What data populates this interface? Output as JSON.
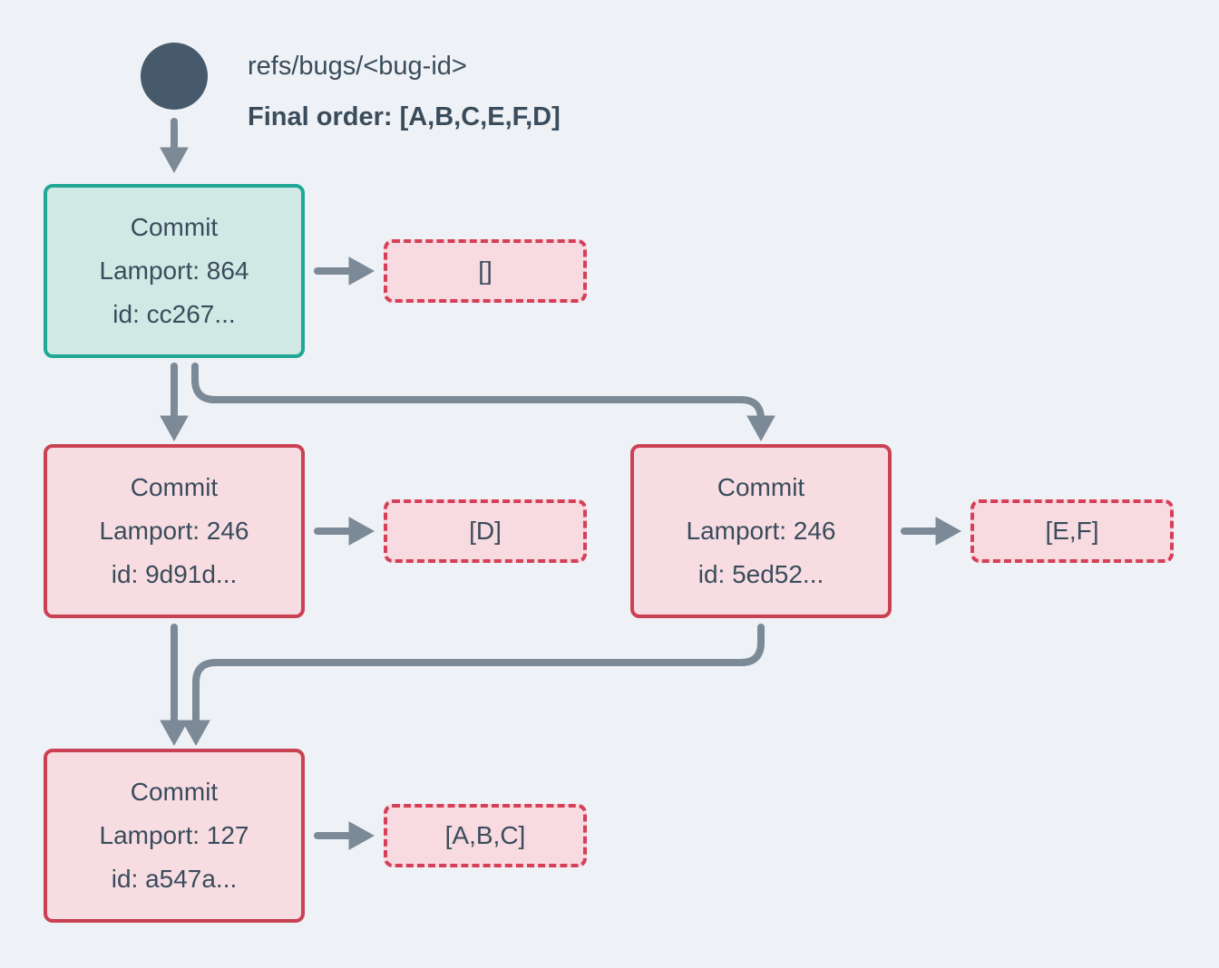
{
  "diagram": {
    "type": "commit-dag",
    "ref": {
      "label": "refs/bugs/<bug-id>",
      "final_order_label": "Final order: [A,B,C,E,F,D]"
    },
    "commits": [
      {
        "key": "cc267",
        "variant": "head",
        "title": "Commit",
        "lamport": "Lamport: 864",
        "id": "id: cc267...",
        "operations": "[]"
      },
      {
        "key": "9d91d",
        "variant": "normal",
        "title": "Commit",
        "lamport": "Lamport: 246",
        "id": "id: 9d91d...",
        "operations": "[D]"
      },
      {
        "key": "5ed52",
        "variant": "normal",
        "title": "Commit",
        "lamport": "Lamport: 246",
        "id": "id: 5ed52...",
        "operations": "[E,F]"
      },
      {
        "key": "a547a",
        "variant": "normal",
        "title": "Commit",
        "lamport": "Lamport: 127",
        "id": "id: a547a...",
        "operations": "[A,B,C]"
      }
    ],
    "edges": [
      {
        "from": "refs/bugs/<bug-id>",
        "to": "cc267"
      },
      {
        "from": "cc267",
        "to": "9d91d"
      },
      {
        "from": "cc267",
        "to": "5ed52"
      },
      {
        "from": "9d91d",
        "to": "a547a"
      },
      {
        "from": "5ed52",
        "to": "a547a"
      },
      {
        "from": "cc267",
        "to": "[]"
      },
      {
        "from": "9d91d",
        "to": "[D]"
      },
      {
        "from": "5ed52",
        "to": "[E,F]"
      },
      {
        "from": "a547a",
        "to": "[A,B,C]"
      }
    ],
    "colors": {
      "background": "#eef1f5",
      "arrow": "#7c8a98",
      "node_dark": "#475a6b",
      "text_dark": "#3a4c5c",
      "teal_border": "#21a795",
      "teal_fill": "#d0e9e4",
      "pink_border": "#cb4154",
      "pink_fill": "#f7dde2",
      "dashed_border": "#d63f57",
      "dashed_fill": "#f8dbe1"
    }
  }
}
